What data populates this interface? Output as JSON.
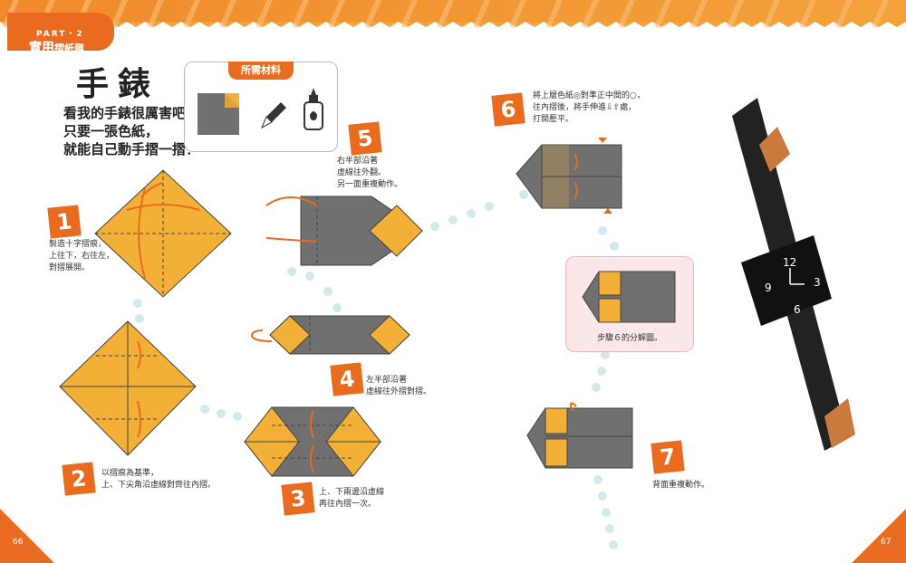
{
  "header": {
    "part_label": "PART・2",
    "part_title_main": "實用",
    "part_title_sub": "摺紙趣"
  },
  "title": "手錶",
  "intro_lines": [
    "看我的手錶很厲害吧！",
    "只要一張色紙，",
    "就能自己動手摺一摺！"
  ],
  "materials": {
    "label": "所需材料",
    "items": [
      "paper-icon",
      "pen-icon",
      "glue-icon"
    ]
  },
  "steps": [
    {
      "number": "1",
      "lines": [
        "製造十字摺痕，",
        "上往下，右往左，",
        "對摺展開。"
      ]
    },
    {
      "number": "2",
      "lines": [
        "以摺痕為基準，",
        "上、下尖角沿虛線對齊往內摺。"
      ]
    },
    {
      "number": "3",
      "lines": [
        "上、下兩邊沿虛線",
        "再往內摺一次。"
      ]
    },
    {
      "number": "4",
      "lines": [
        "左半部沿著",
        "虛線往外摺對摺。"
      ]
    },
    {
      "number": "5",
      "lines": [
        "右半部沿著",
        "虛線往外翻。",
        "另一面重複動作。"
      ]
    },
    {
      "number": "6",
      "lines": [
        "將上層色紙◎對準正中間的○，",
        "往內摺後，將手伸進⇩⇧處，",
        "打開壓平。"
      ]
    },
    {
      "number": "7",
      "lines": [
        "背面重複動作。"
      ]
    }
  ],
  "exploded_caption": "步驟６的分解圖。",
  "watch_face": [
    "12",
    "3",
    "6",
    "9"
  ],
  "page_numbers": {
    "left": "66",
    "right": "67"
  },
  "colors": {
    "accent": "#e96b1f",
    "paper_orange": "#f2b136",
    "paper_gray": "#707070",
    "dots": "#cfe9ec",
    "pink": "#fbe6ea"
  }
}
